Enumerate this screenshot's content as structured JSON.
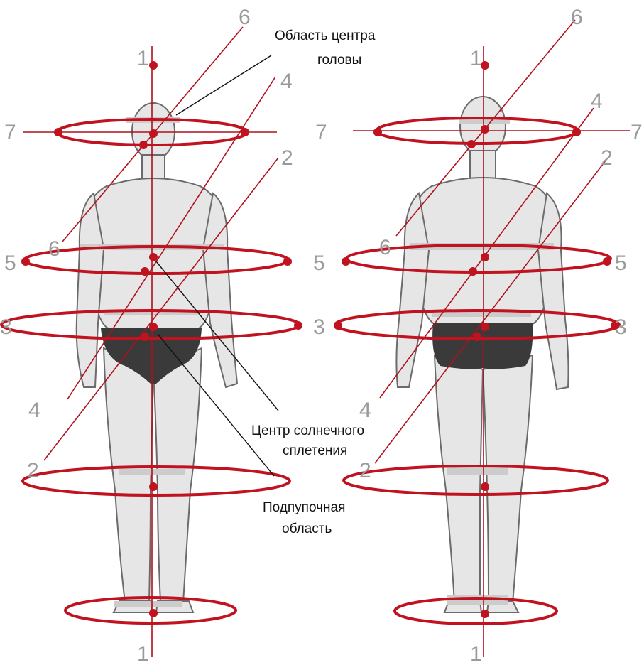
{
  "colors": {
    "axis": "#b0101c",
    "ring": "#c0121f",
    "dot": "#c0121f",
    "number": "#9a9a9a",
    "body": "#e6e6e6",
    "trunks": "#3a3a3a",
    "band": "#cccccc",
    "leader": "#111111"
  },
  "figures": {
    "front": {
      "description_icon": "human-figure-front"
    },
    "back": {
      "description_icon": "human-figure-back"
    }
  },
  "labels": {
    "head_center": "Область  центра головы",
    "head_center_line1": "Область  центра",
    "head_center_line2": "головы",
    "solar_plexus_line1": "Центр солнечного",
    "solar_plexus_line2": "сплетения",
    "pubic_line1": "Подпупочная",
    "pubic_line2": "область"
  },
  "axis_numbers": {
    "n1": "1",
    "n2": "2",
    "n3": "3",
    "n4": "4",
    "n5": "5",
    "n6": "6",
    "n7": "7"
  }
}
